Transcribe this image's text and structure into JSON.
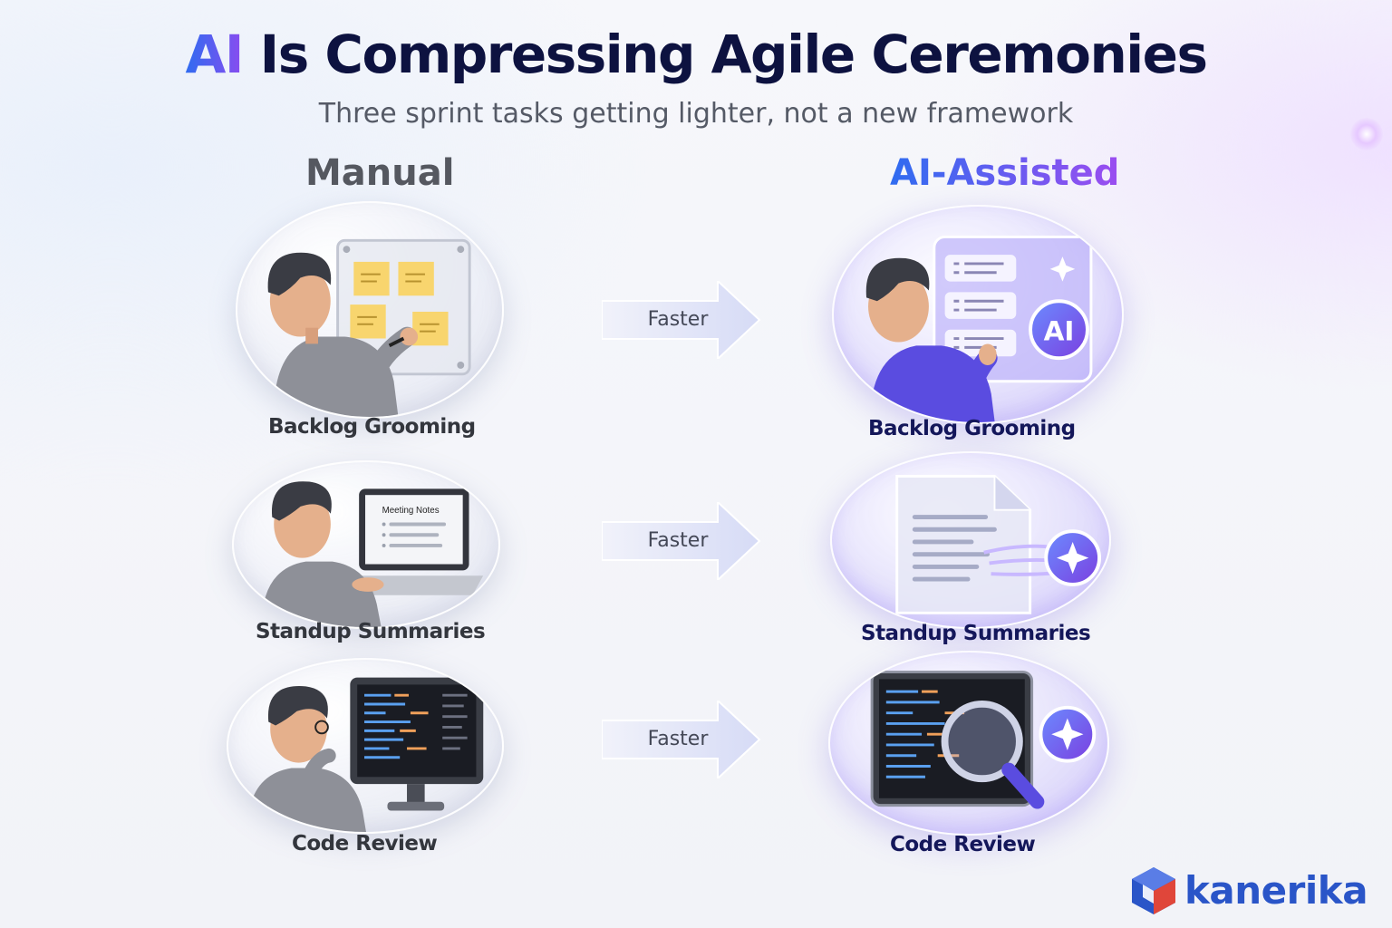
{
  "title": {
    "highlight": "AI",
    "rest": " Is Compressing Agile Ceremonies"
  },
  "subtitle": "Three sprint tasks getting lighter, not a new framework",
  "columns": {
    "manual": "Manual",
    "ai_assisted": "AI-Assisted"
  },
  "rows": [
    {
      "manual_label": "Backlog Grooming",
      "ai_label": "Backlog Grooming",
      "arrow": "Faster"
    },
    {
      "manual_label": "Standup Summaries",
      "ai_label": "Standup Summaries",
      "arrow": "Faster",
      "screen_text": "Meeting Notes"
    },
    {
      "manual_label": "Code Review",
      "ai_label": "Code Review",
      "arrow": "Faster"
    }
  ],
  "ai_badge": "AI",
  "brand": {
    "name": "kanerika"
  },
  "colors": {
    "navy": "#0d1240",
    "blue": "#2f6cf0",
    "purple": "#8a4cf0",
    "gray": "#555860"
  }
}
